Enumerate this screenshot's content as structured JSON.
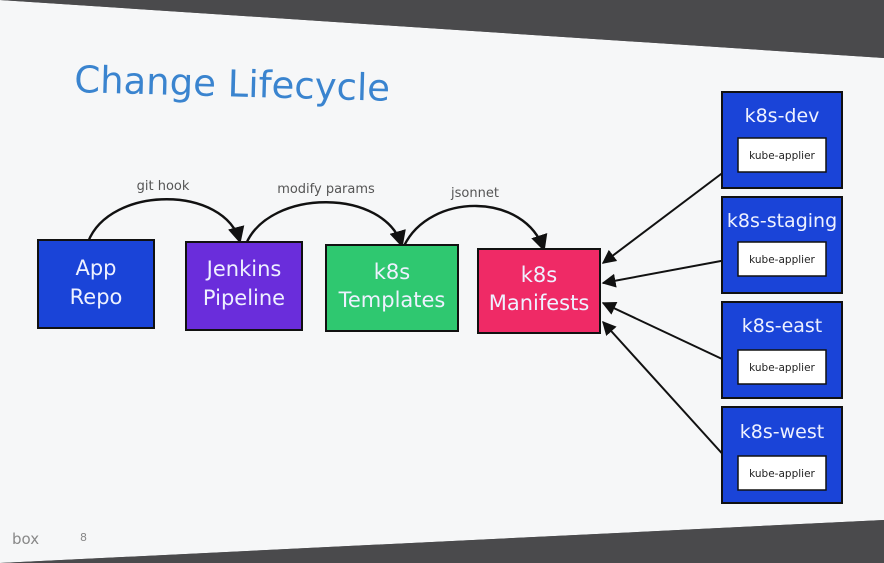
{
  "slide": {
    "title": "Change Lifecycle",
    "page_number": "8",
    "logo_text": "box"
  },
  "nodes": {
    "app_repo": {
      "line1": "App",
      "line2": "Repo",
      "color": "#1a44d8"
    },
    "jenkins": {
      "line1": "Jenkins",
      "line2": "Pipeline",
      "color": "#6a2ddb"
    },
    "templates": {
      "line1": "k8s",
      "line2": "Templates",
      "color": "#2fc870"
    },
    "manifests": {
      "line1": "k8s",
      "line2": "Manifests",
      "color": "#ef2a66"
    }
  },
  "edges": {
    "git_hook": "git hook",
    "modify_params": "modify params",
    "jsonnet": "jsonnet"
  },
  "clusters": [
    {
      "name": "k8s-dev",
      "agent": "kube-applier"
    },
    {
      "name": "k8s-staging",
      "agent": "kube-applier"
    },
    {
      "name": "k8s-east",
      "agent": "kube-applier"
    },
    {
      "name": "k8s-west",
      "agent": "kube-applier"
    }
  ],
  "colors": {
    "cluster_blue": "#1a44d8",
    "title_blue": "#3a84cf",
    "slide_background": "#f6f7f8",
    "arrow": "#111111"
  }
}
